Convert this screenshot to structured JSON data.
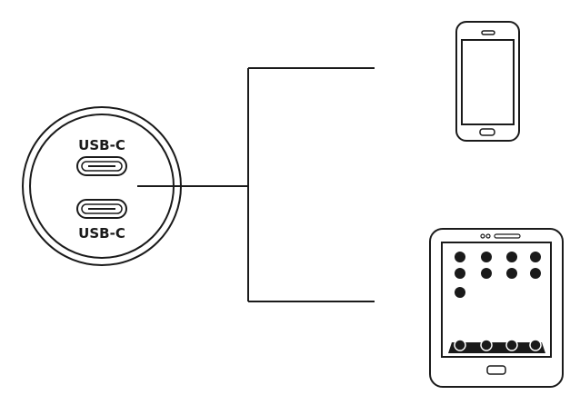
{
  "hub": {
    "top_port_label": "USB-C",
    "bottom_port_label": "USB-C"
  },
  "colors": {
    "stroke": "#1a1a1a",
    "background": "#ffffff"
  },
  "devices": [
    {
      "kind": "smartphone",
      "icon": "smartphone-icon"
    },
    {
      "kind": "tablet",
      "icon": "tablet-icon"
    }
  ]
}
